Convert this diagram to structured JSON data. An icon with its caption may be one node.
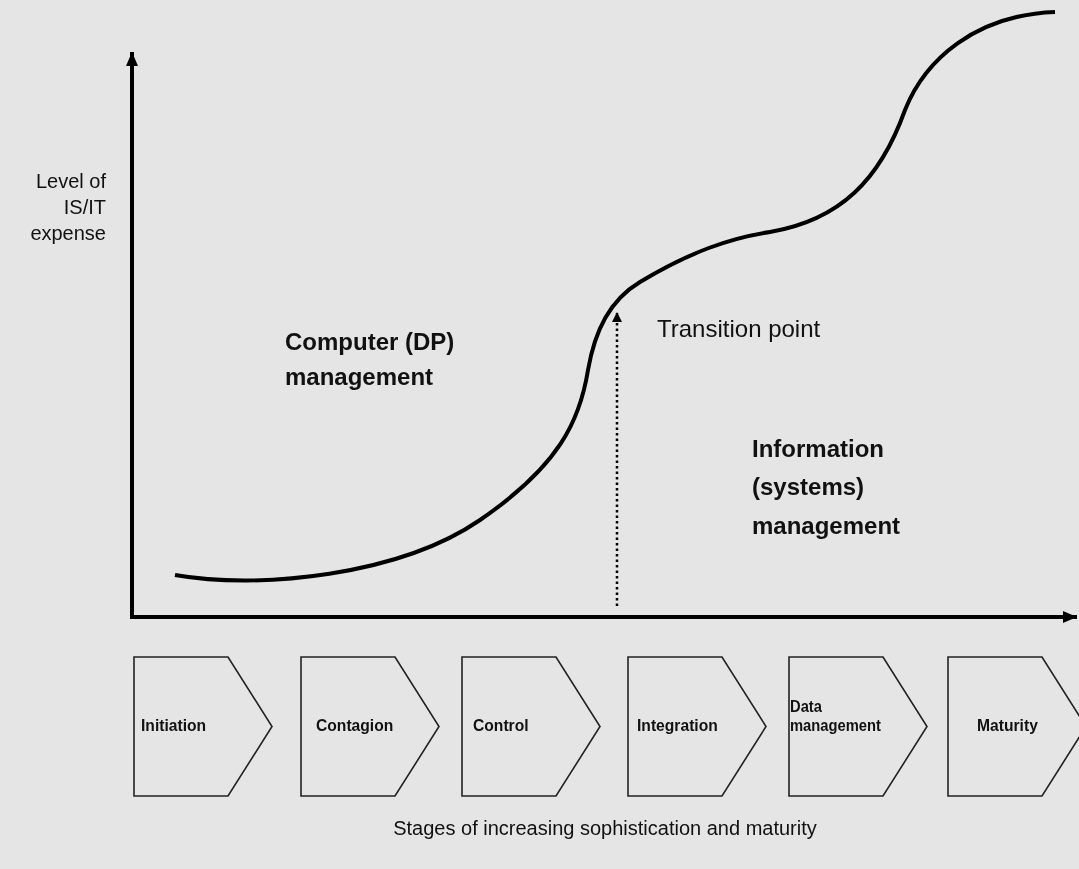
{
  "diagram": {
    "nodes": [
      {
        "text": [
          "Initiation"
        ]
      },
      {
        "text": [
          "Contagion"
        ]
      },
      {
        "text": [
          "Control"
        ]
      },
      {
        "text": [
          "Integration"
        ]
      },
      {
        "text": [
          "Data management"
        ]
      },
      {
        "text": [
          "Maturity"
        ]
      }
    ],
    "edges": [],
    "labels": [
      "Level of IS/IT expense",
      "Computer (DP) management",
      "Transition point",
      "Information (systems) management",
      "Stages of increasing sophistication and maturity"
    ]
  }
}
